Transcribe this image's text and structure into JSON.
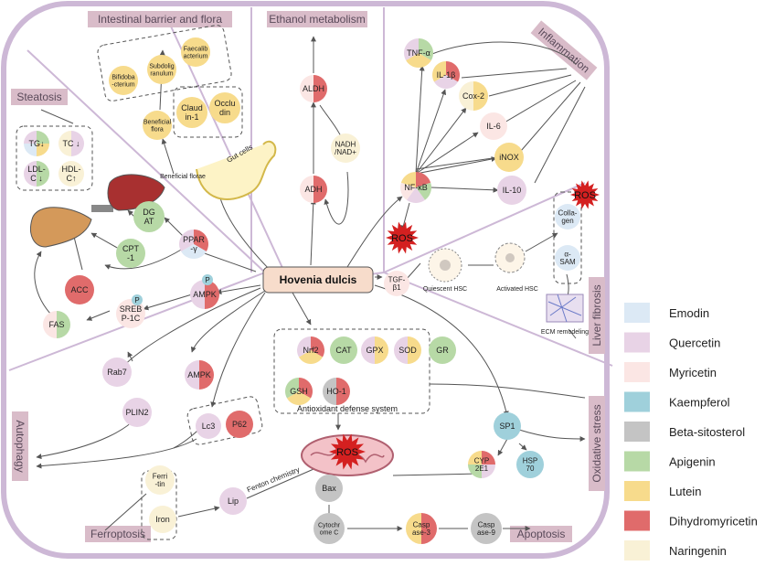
{
  "center": "Hovenia dulcis",
  "sections": {
    "intestinal": "Intestinal barrier and flora",
    "ethanol": "Ethanol metabolism",
    "inflammation": "Inflammation",
    "steatosis": "Steatosis",
    "liver_fibrosis": "Liver fibrosis",
    "autophagy": "Autophagy",
    "ferroptosis": "Ferroptosis",
    "apoptosis": "Apoptosis",
    "oxidative_stress": "Oxidative stress"
  },
  "nodes": {
    "faecalibacterium": [
      "Faecalib",
      "acterium"
    ],
    "subdoligranulum": [
      "Subdolig",
      "ranulum"
    ],
    "bifidobacterium": [
      "Bifidoba",
      "-cterium"
    ],
    "beneficial_flora": [
      "Beneficial",
      "flora"
    ],
    "claudin1": [
      "Claud",
      "in-1"
    ],
    "occludin": [
      "Occlu",
      "din"
    ],
    "beneficial_florae": [
      "Beneficial",
      "florae"
    ],
    "gut_cells": "Gut cells",
    "aldh": "ALDH",
    "adh": "ADH",
    "nadh": [
      "NADH",
      "/NAD+"
    ],
    "tnf": "TNF-α",
    "il1b": "IL-1β",
    "cox2": "Cox-2",
    "il6": "IL-6",
    "inox": "iNOX",
    "nfkb": "NF-κB",
    "il10": "IL-10",
    "ros": "ROS",
    "tg": "TG↓",
    "tc": "TC ↓",
    "ldl": [
      "LDL-",
      "C ↓"
    ],
    "hdl": [
      "HDL-",
      "C↑"
    ],
    "dgat": [
      "DG",
      "AT"
    ],
    "ppar": [
      "PPAR",
      "-γ"
    ],
    "cpt1": [
      "CPT",
      "-1"
    ],
    "acc": "ACC",
    "ampk": "AMPK",
    "p": "P",
    "srebp": [
      "SREB",
      "P-1C"
    ],
    "fas": "FAS",
    "tgfb": [
      "TGF-",
      "β1"
    ],
    "quiescent_hsc": "Quiescent HSC",
    "activated_hsc": "Activated HSC",
    "collagen": [
      "Colla-",
      "gen"
    ],
    "asam": [
      "α-",
      "SAM"
    ],
    "ecm": "ECM remodeling",
    "rab7": "Rab7",
    "plin2": "PLIN2",
    "lc3": "Lc3",
    "p62": "P62",
    "nrf2": "Nrf2",
    "cat": "CAT",
    "gpx": "GPX",
    "sod": "SOD",
    "gr": "GR",
    "gsh": "GSH",
    "ho1": "HO-1",
    "antioxidant": "Antioxidant defense system",
    "sp1": "SP1",
    "hsp70": [
      "HSP",
      "70"
    ],
    "cyp2e1": [
      "CYP",
      "2E1"
    ],
    "ferritin": [
      "Ferri",
      "-tin"
    ],
    "iron": "Iron",
    "lip": "Lip",
    "fenton": "Fenton chemistry",
    "bax": "Bax",
    "cytochrome": [
      "Cytochr",
      "ome C"
    ],
    "casp3": [
      "Casp",
      "ase-3"
    ],
    "casp9": [
      "Casp",
      "ase-9"
    ]
  },
  "legend": [
    {
      "label": "Emodin",
      "color": "#dce9f5"
    },
    {
      "label": "Quercetin",
      "color": "#e8d3e6"
    },
    {
      "label": "Myricetin",
      "color": "#fbe6e4"
    },
    {
      "label": "Kaempferol",
      "color": "#9fd0db"
    },
    {
      "label": "Beta-sitosterol",
      "color": "#c4c4c4"
    },
    {
      "label": "Apigenin",
      "color": "#b7d9a6"
    },
    {
      "label": "Lutein",
      "color": "#f7db8c"
    },
    {
      "label": "Dihydromyricetin",
      "color": "#e06b6b"
    },
    {
      "label": "Naringenin",
      "color": "#f9f1d6"
    }
  ],
  "colors": {
    "frame": "#cdb8d6",
    "section_tag": "#d9bcc9",
    "center_box": "#f7dccb"
  }
}
